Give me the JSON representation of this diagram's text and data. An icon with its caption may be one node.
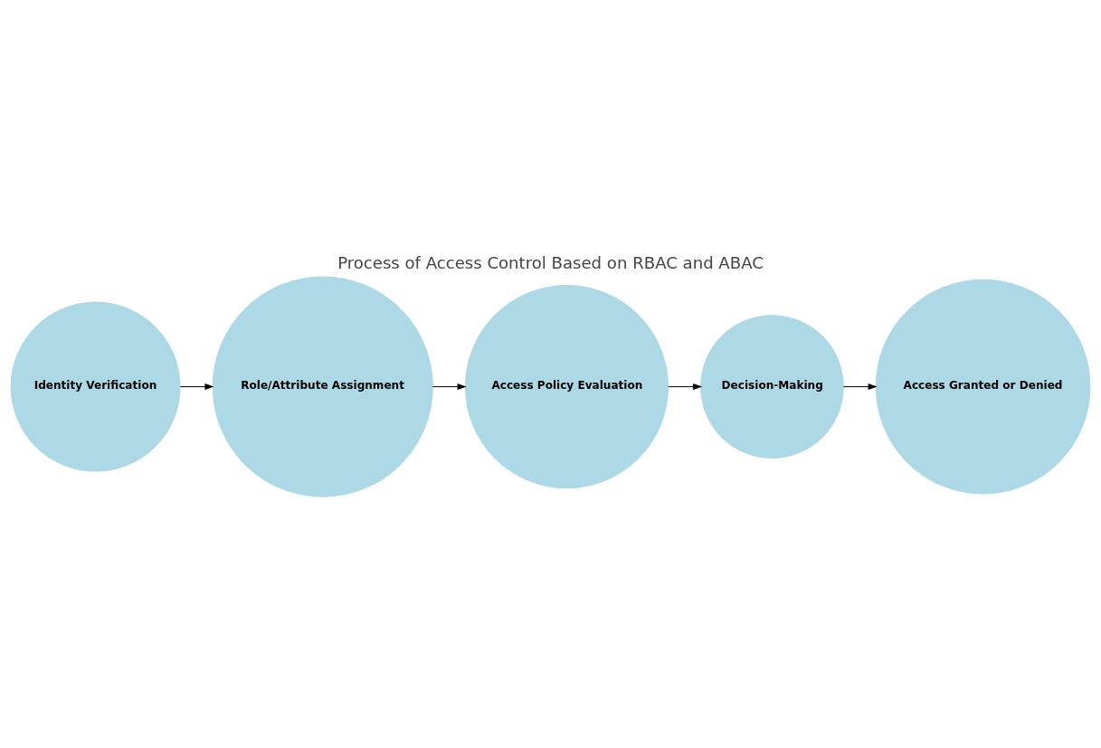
{
  "diagram": {
    "title": "Process of Access Control Based on RBAC and ABAC",
    "nodes": [
      {
        "text": [
          "Identity Verification"
        ]
      },
      {
        "text": [
          "Role/Attribute Assignment"
        ]
      },
      {
        "text": [
          "Access Policy Evaluation"
        ]
      },
      {
        "text": [
          "Decision-Making"
        ]
      },
      {
        "text": [
          "Access Granted or Denied"
        ]
      }
    ],
    "edges": [
      {
        "from": 0,
        "to": 1,
        "arrow": "to"
      },
      {
        "from": 1,
        "to": 2,
        "arrow": "to"
      },
      {
        "from": 2,
        "to": 3,
        "arrow": "to"
      },
      {
        "from": 3,
        "to": 4,
        "arrow": "to"
      }
    ]
  }
}
